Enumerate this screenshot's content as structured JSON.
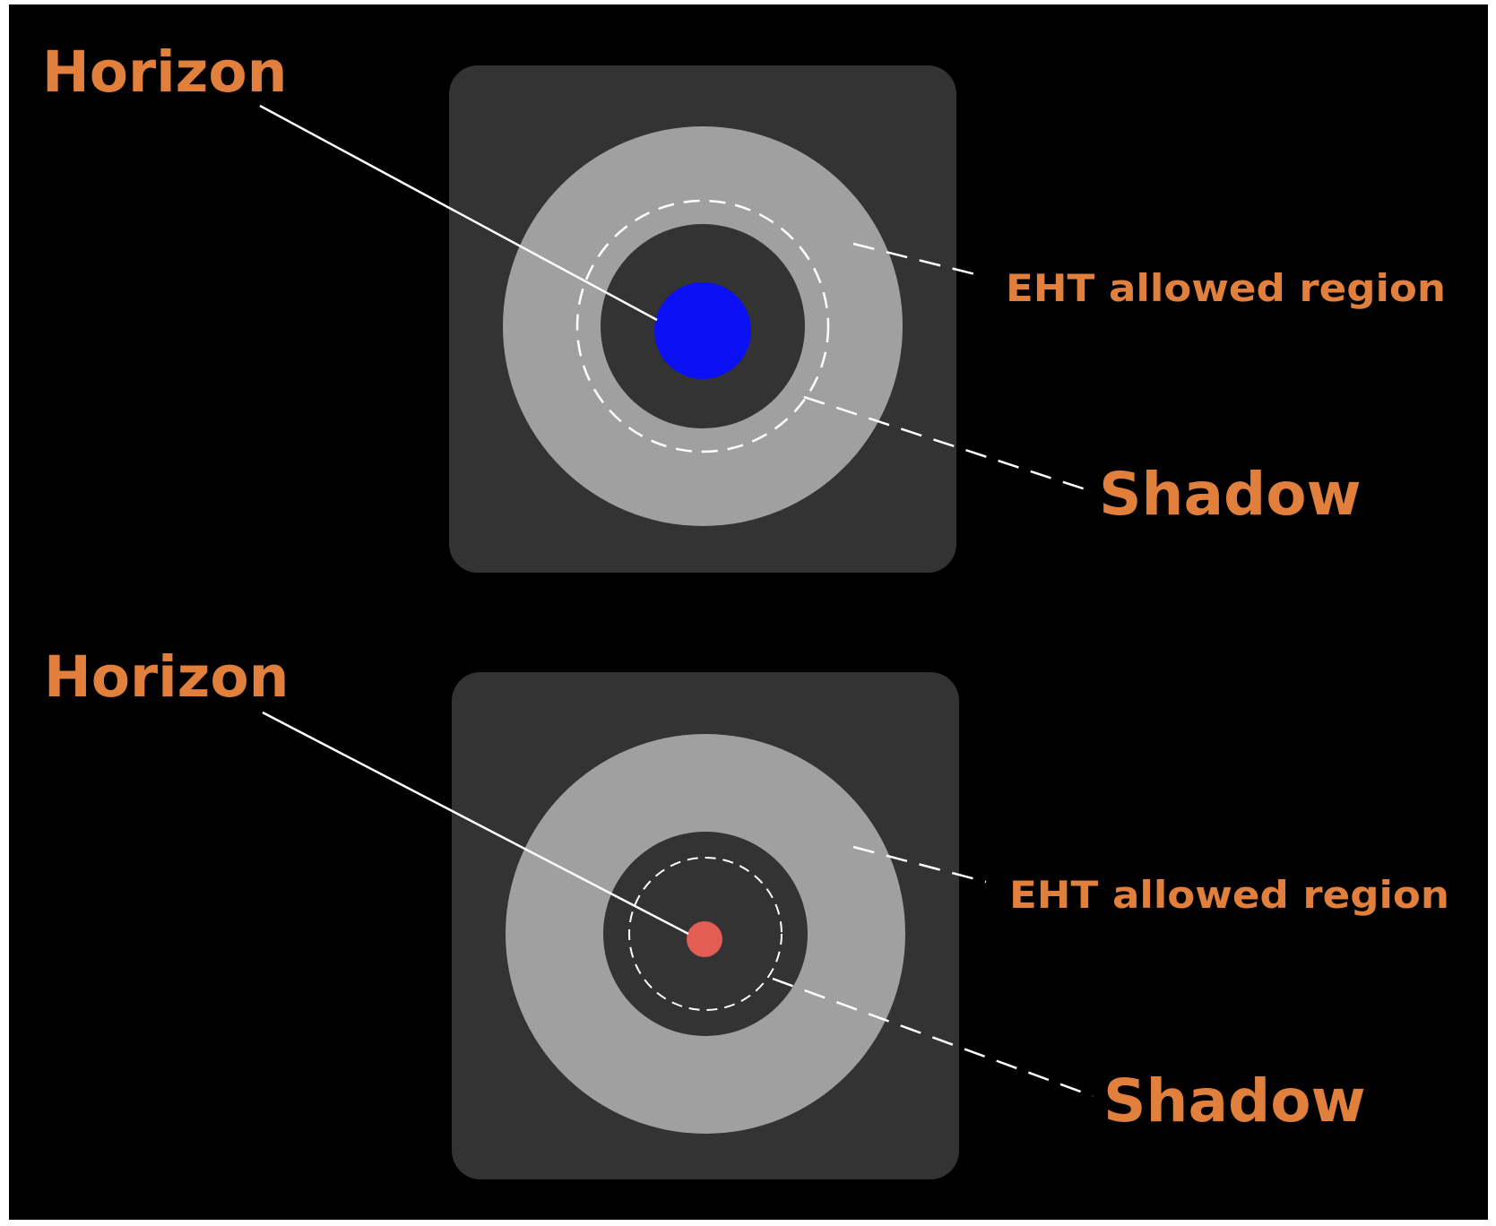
{
  "colors": {
    "frame": "#ffffff",
    "background": "#000000",
    "panel": "#333333",
    "allowed_region": "#a0a0a0",
    "label": "#e17f3c",
    "leader_line": "#ffffff",
    "horizon_top": "#0c10f4",
    "horizon_bottom": "#e35d55"
  },
  "panels": [
    {
      "horizon_label": "Horizon",
      "region_label": "EHT allowed region",
      "shadow_label": "Shadow"
    },
    {
      "horizon_label": "Horizon",
      "region_label": "EHT allowed region",
      "shadow_label": "Shadow"
    }
  ]
}
